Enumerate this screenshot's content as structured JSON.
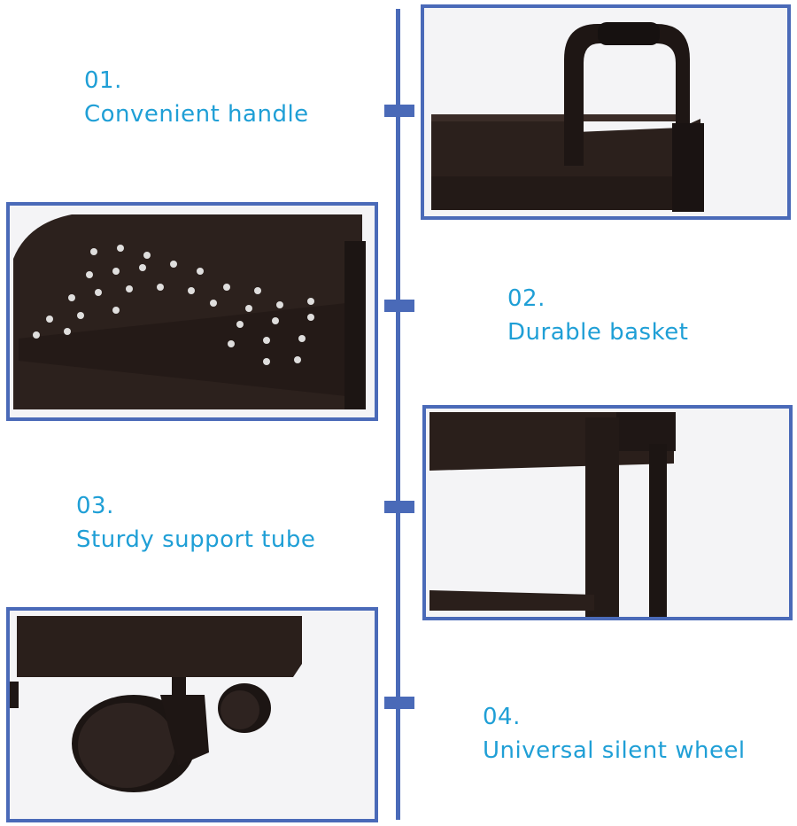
{
  "features": [
    {
      "number": "01.",
      "label": "Convenient handle",
      "photo": "handle-photo"
    },
    {
      "number": "02.",
      "label": "Durable basket",
      "photo": "basket-photo"
    },
    {
      "number": "03.",
      "label": "Sturdy support tube",
      "photo": "tube-photo"
    },
    {
      "number": "04.",
      "label": "Universal silent wheel",
      "photo": "wheel-photo"
    }
  ],
  "colors": {
    "accent": "#4a6ab8",
    "text": "#1f9fd6",
    "product": "#2a1e1a"
  }
}
